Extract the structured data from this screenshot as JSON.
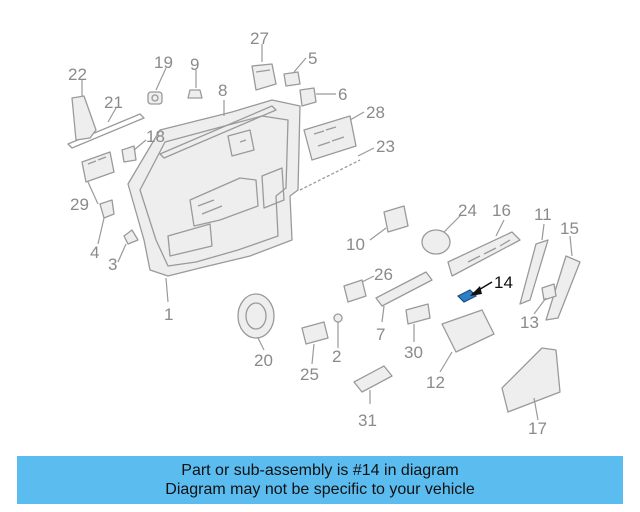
{
  "callouts": [
    {
      "id": "22",
      "label": "22"
    },
    {
      "id": "21",
      "label": "21"
    },
    {
      "id": "19",
      "label": "19"
    },
    {
      "id": "9",
      "label": "9"
    },
    {
      "id": "27",
      "label": "27"
    },
    {
      "id": "5",
      "label": "5"
    },
    {
      "id": "8",
      "label": "8"
    },
    {
      "id": "6",
      "label": "6"
    },
    {
      "id": "18",
      "label": "18"
    },
    {
      "id": "28",
      "label": "28"
    },
    {
      "id": "23",
      "label": "23"
    },
    {
      "id": "29",
      "label": "29"
    },
    {
      "id": "4",
      "label": "4"
    },
    {
      "id": "3",
      "label": "3"
    },
    {
      "id": "1",
      "label": "1"
    },
    {
      "id": "24",
      "label": "24"
    },
    {
      "id": "16",
      "label": "16"
    },
    {
      "id": "11",
      "label": "11"
    },
    {
      "id": "15",
      "label": "15"
    },
    {
      "id": "10",
      "label": "10"
    },
    {
      "id": "26",
      "label": "26"
    },
    {
      "id": "14",
      "label": "14"
    },
    {
      "id": "13",
      "label": "13"
    },
    {
      "id": "20",
      "label": "20"
    },
    {
      "id": "2",
      "label": "2"
    },
    {
      "id": "7",
      "label": "7"
    },
    {
      "id": "30",
      "label": "30"
    },
    {
      "id": "25",
      "label": "25"
    },
    {
      "id": "12",
      "label": "12"
    },
    {
      "id": "31",
      "label": "31"
    },
    {
      "id": "17",
      "label": "17"
    }
  ],
  "highlight": {
    "part_number": "14",
    "color": "#2f7fc8"
  },
  "footer": {
    "line1": "Part or sub-assembly is #14 in diagram",
    "line2": "Diagram may not be specific to your vehicle",
    "background": "#5bbcf0"
  }
}
